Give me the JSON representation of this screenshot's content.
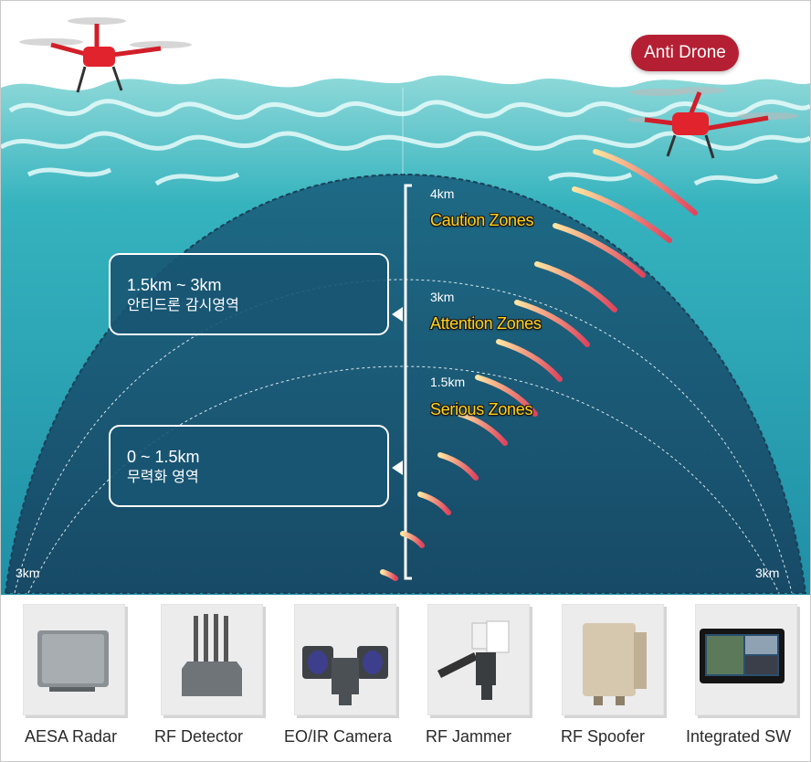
{
  "badge": {
    "label": "Anti Drone"
  },
  "callouts": [
    {
      "range": "1.5km ~ 3km",
      "label": "안티드론 감시영역"
    },
    {
      "range": "0 ~ 1.5km",
      "label": "무력화 영역"
    }
  ],
  "distances": {
    "d4": "4km",
    "d3": "3km",
    "d15": "1.5km"
  },
  "zones": {
    "caution": "Caution Zones",
    "attention": "Attention Zones",
    "serious": "Serious Zones"
  },
  "edges": {
    "left": "3km",
    "right": "3km"
  },
  "equipment": [
    {
      "label": "AESA Radar",
      "icon": "radar-panel-icon"
    },
    {
      "label": "RF Detector",
      "icon": "antenna-box-icon"
    },
    {
      "label": "EO/IR Camera",
      "icon": "dual-camera-icon"
    },
    {
      "label": "RF Jammer",
      "icon": "jammer-icon"
    },
    {
      "label": "RF Spoofer",
      "icon": "spoofer-box-icon"
    },
    {
      "label": "Integrated SW",
      "icon": "monitor-icon"
    }
  ],
  "colors": {
    "badge": "#b51f33",
    "zone_text": "#ffd21a",
    "dome": "#1d5a78",
    "water": "#2fb3bf"
  }
}
